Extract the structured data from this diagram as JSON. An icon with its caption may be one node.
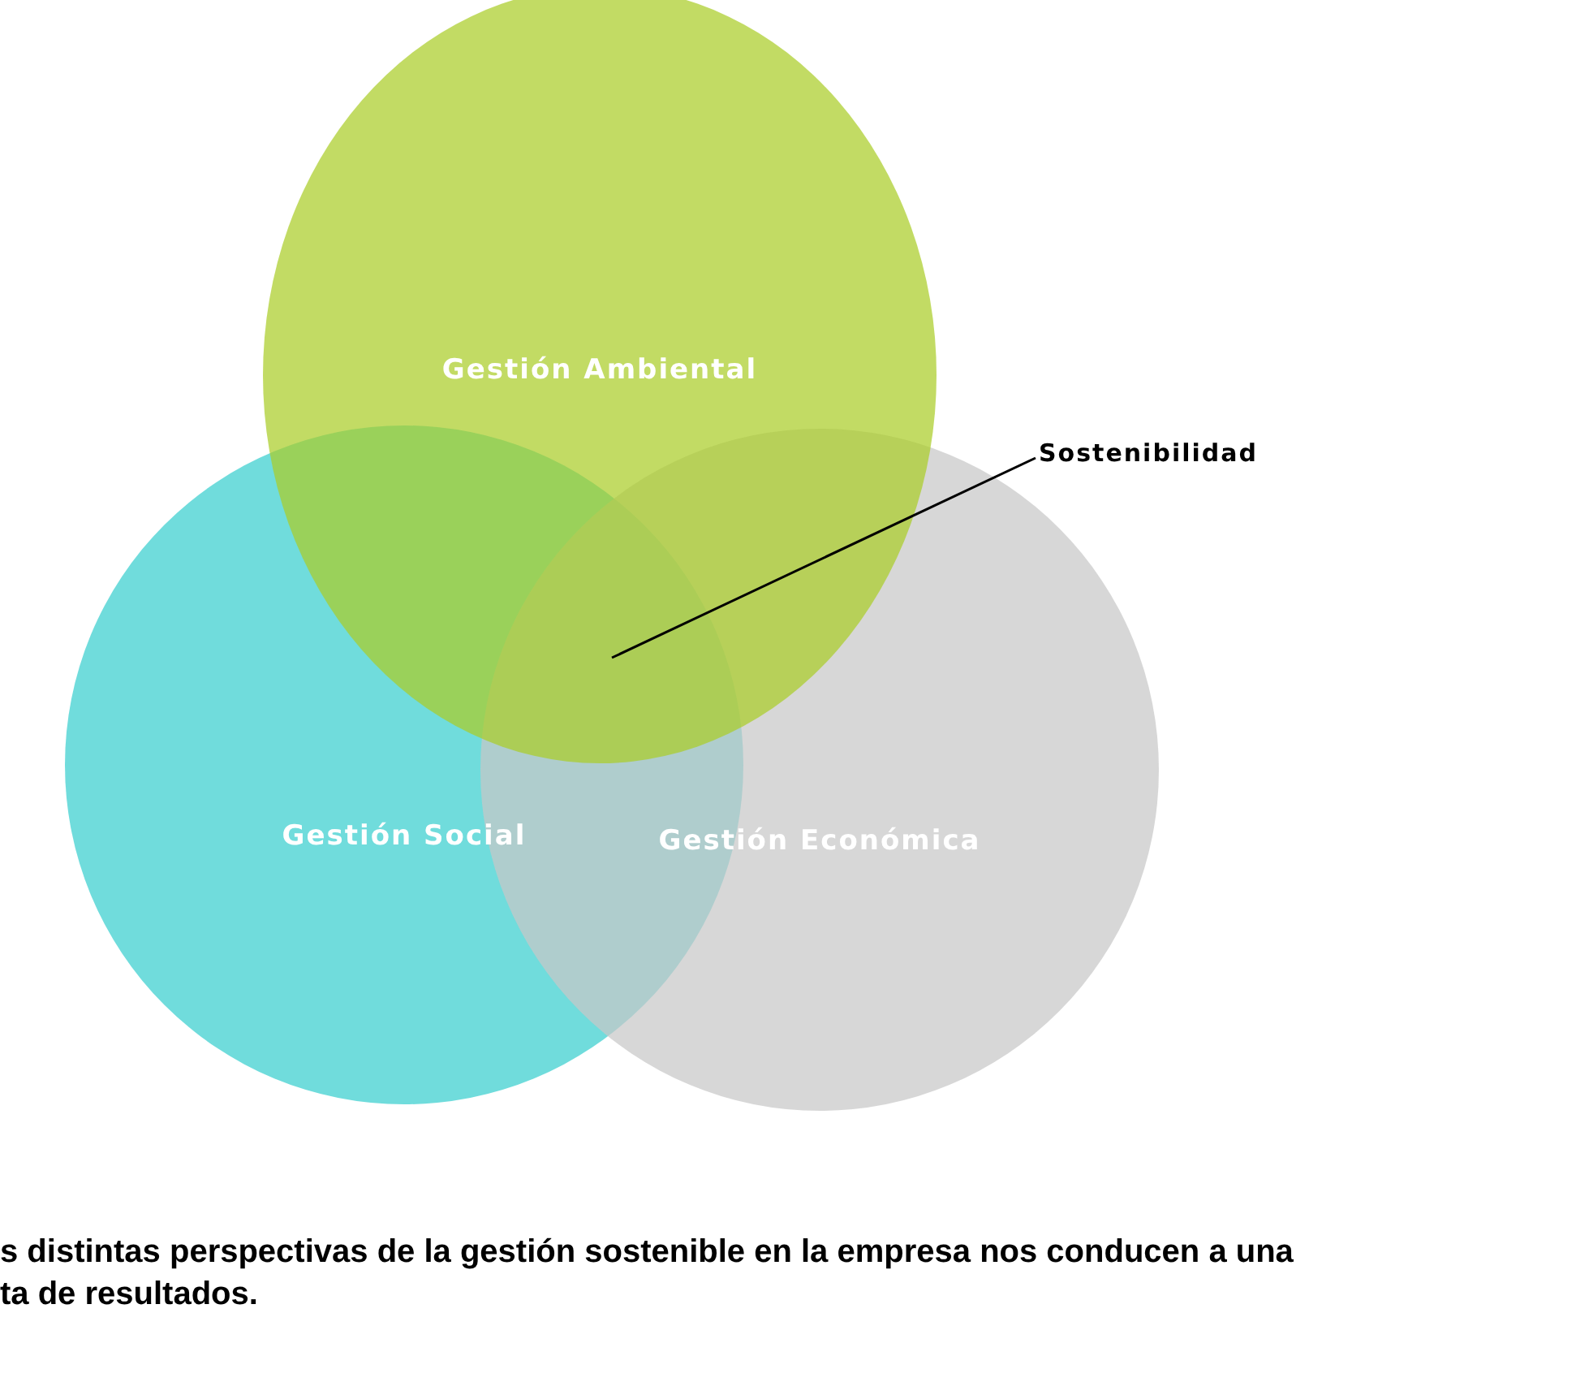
{
  "diagram": {
    "caption": "s distintas perspectivas de la gestión sostenible en la empresa nos conducen a una ta de resultados.",
    "nodes": [
      {
        "text": [
          "Gestión Ambiental"
        ]
      },
      {
        "text": [
          "Gestión Social"
        ]
      },
      {
        "text": [
          "Gestión Económica"
        ]
      },
      {
        "text": [
          "Sostenibilidad"
        ]
      }
    ],
    "edges": [
      {
        "from": 3,
        "to": 1,
        "arrow": "none"
      }
    ]
  }
}
